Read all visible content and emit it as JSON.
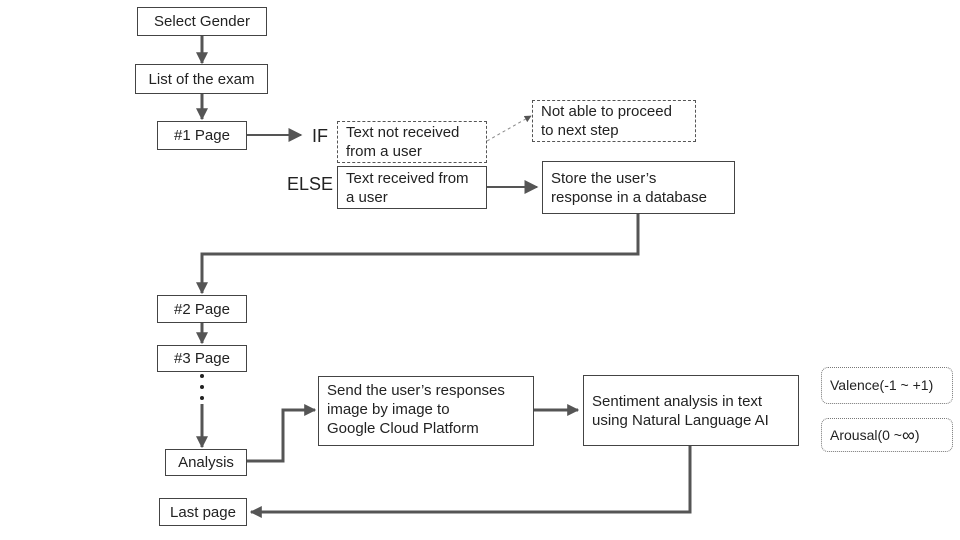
{
  "nodes": {
    "select_gender": "Select Gender",
    "exam_list": "List of the exam",
    "page1": "#1 Page",
    "text_not_received": "Text not received\nfrom a user",
    "not_able": "Not able to proceed\nto next step",
    "text_received": "Text received from\na user",
    "store_response": "Store the user’s\nresponse in a database",
    "page2": "#2 Page",
    "page3": "#3 Page",
    "analysis": "Analysis",
    "send_responses": "Send the user’s responses\nimage by image to\nGoogle Cloud Platform",
    "sentiment": "Sentiment analysis in text\nusing Natural Language AI",
    "valence": "Valence(-1 ~ +1)",
    "arousal_prefix": "Arousal(0 ~",
    "arousal_infinity": "∞",
    "arousal_suffix": ")",
    "last_page": "Last page"
  },
  "branch_labels": {
    "if": "IF",
    "else": "ELSE"
  },
  "colors": {
    "connector": "#555555",
    "border": "#444444"
  }
}
